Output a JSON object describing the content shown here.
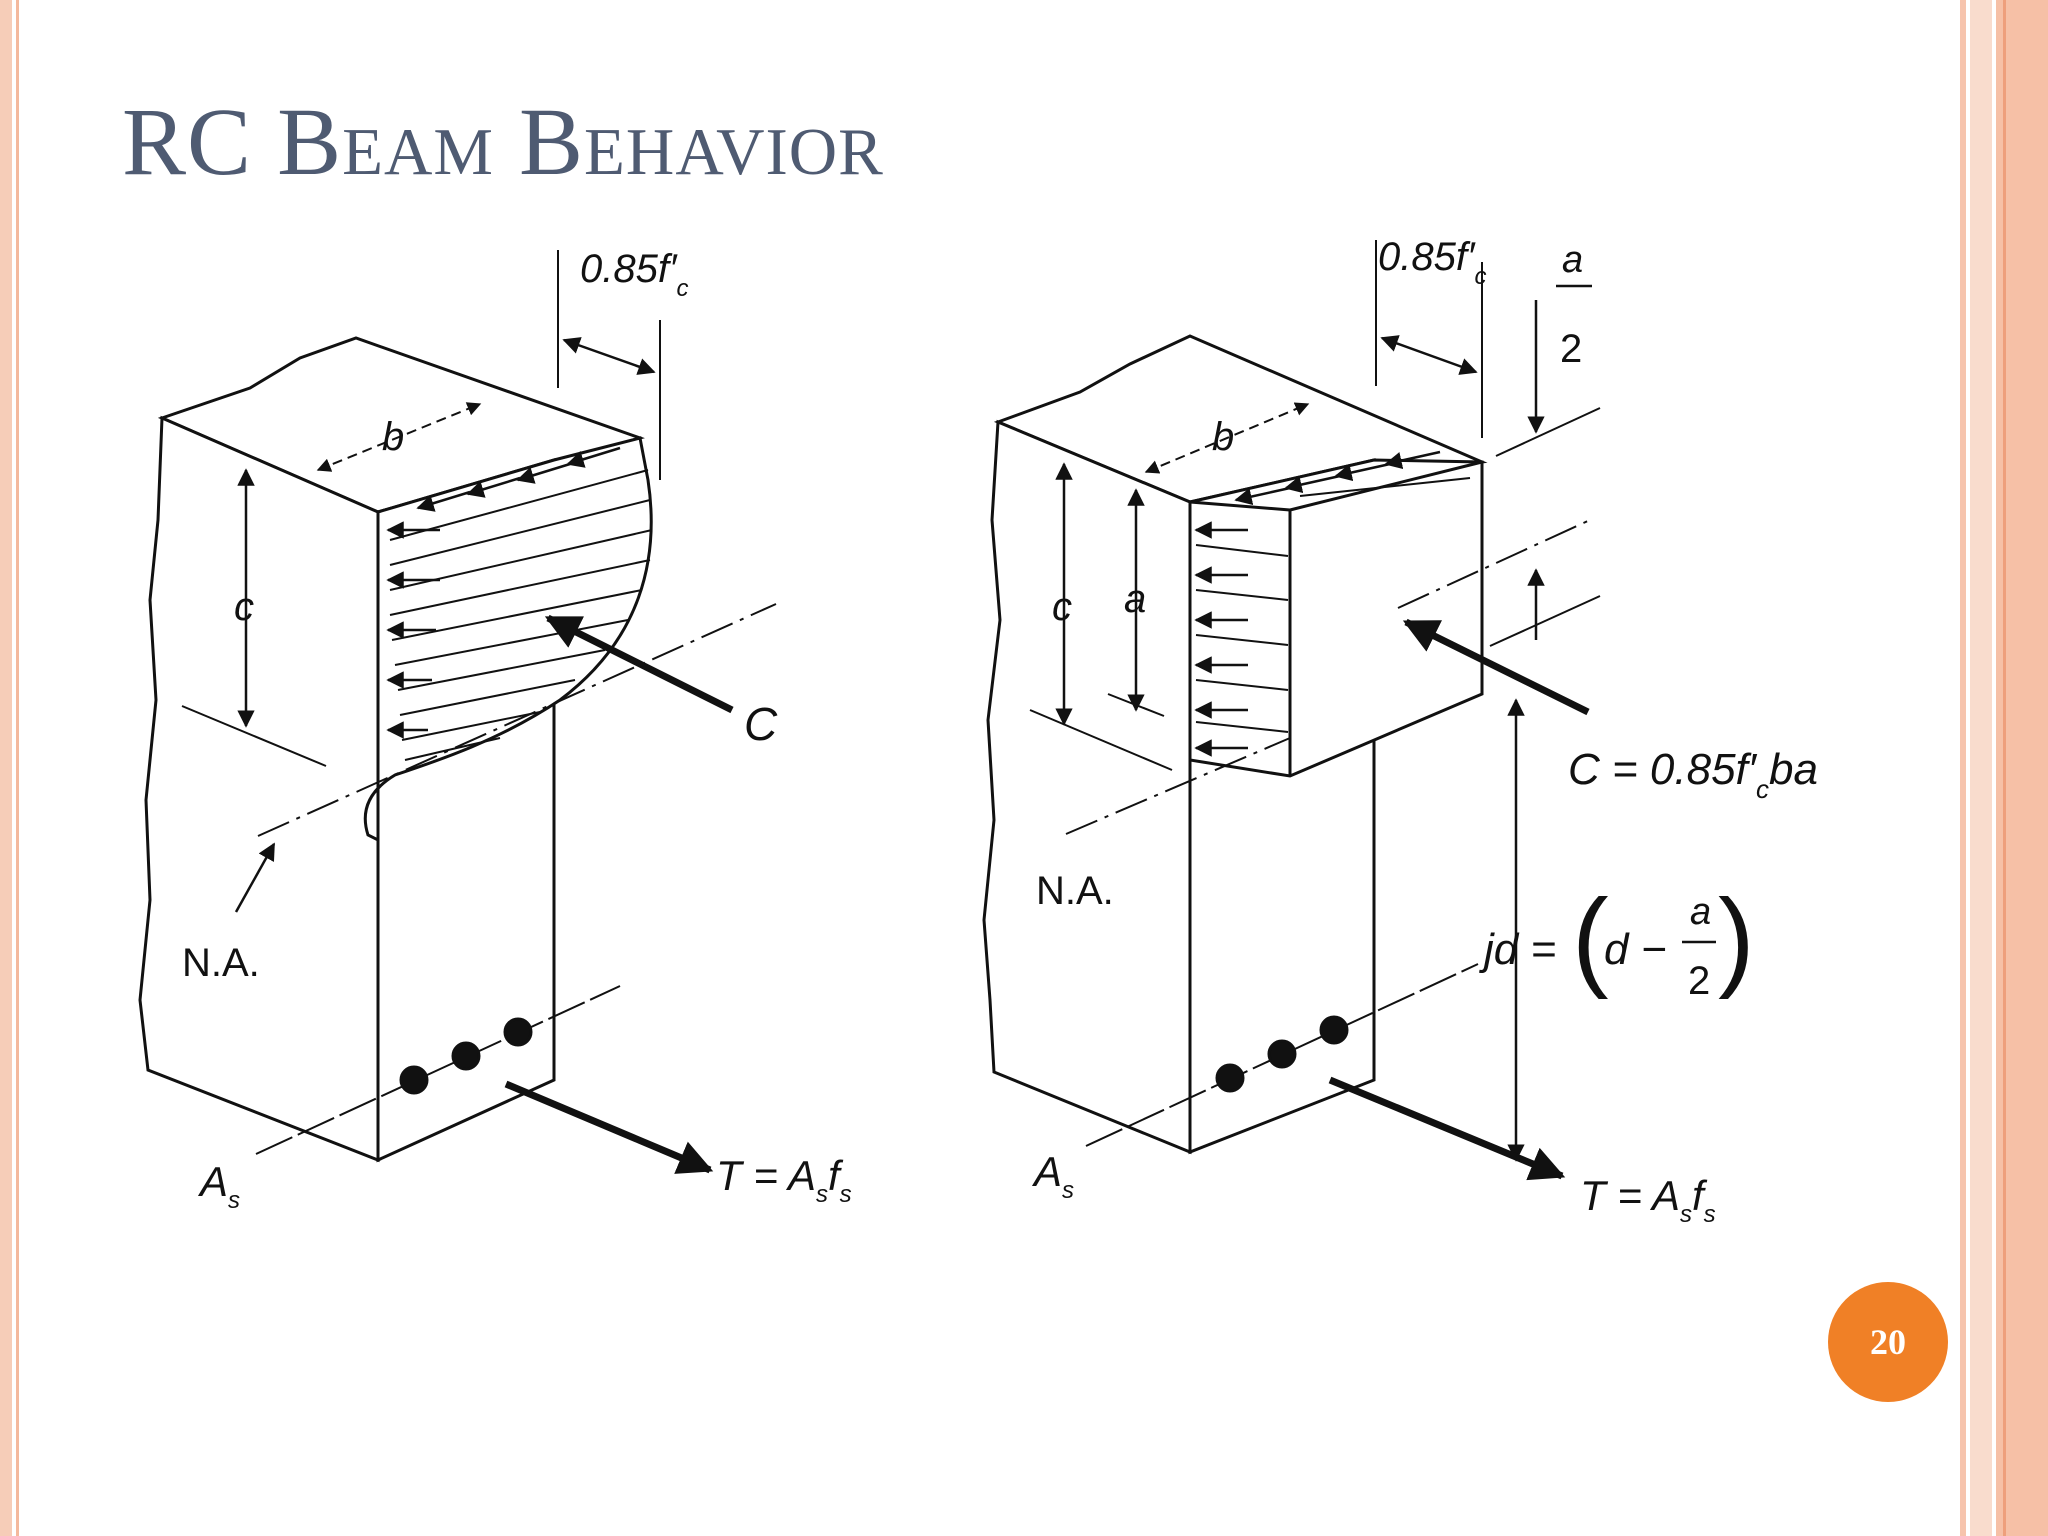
{
  "slide": {
    "title": "RC Beam Behavior",
    "page_number": "20"
  },
  "left_figure": {
    "stress_label": "0.85f′",
    "stress_sub": "c",
    "width_label": "b",
    "depth_label": "c",
    "force_c_label": "C",
    "neutral_axis_label": "N.A.",
    "steel_label": "A",
    "steel_sub": "s",
    "tension_label": "T = A",
    "tension_sub1": "s",
    "tension_mid": "f",
    "tension_sub2": "s"
  },
  "right_figure": {
    "stress_label": "0.85f′",
    "stress_sub": "c",
    "half_a_num": "a",
    "half_a_den": "2",
    "width_label": "b",
    "depth_c_label": "c",
    "depth_a_label": "a",
    "force_c_label": "C = 0.85f′",
    "force_c_sub": "c",
    "force_c_tail": "ba",
    "neutral_axis_label": "N.A.",
    "lever_label": "jd =",
    "lever_d": "d −",
    "lever_num": "a",
    "lever_den": "2",
    "steel_label": "A",
    "steel_sub": "s",
    "tension_label": "T = A",
    "tension_sub1": "s",
    "tension_mid": "f",
    "tension_sub2": "s"
  }
}
